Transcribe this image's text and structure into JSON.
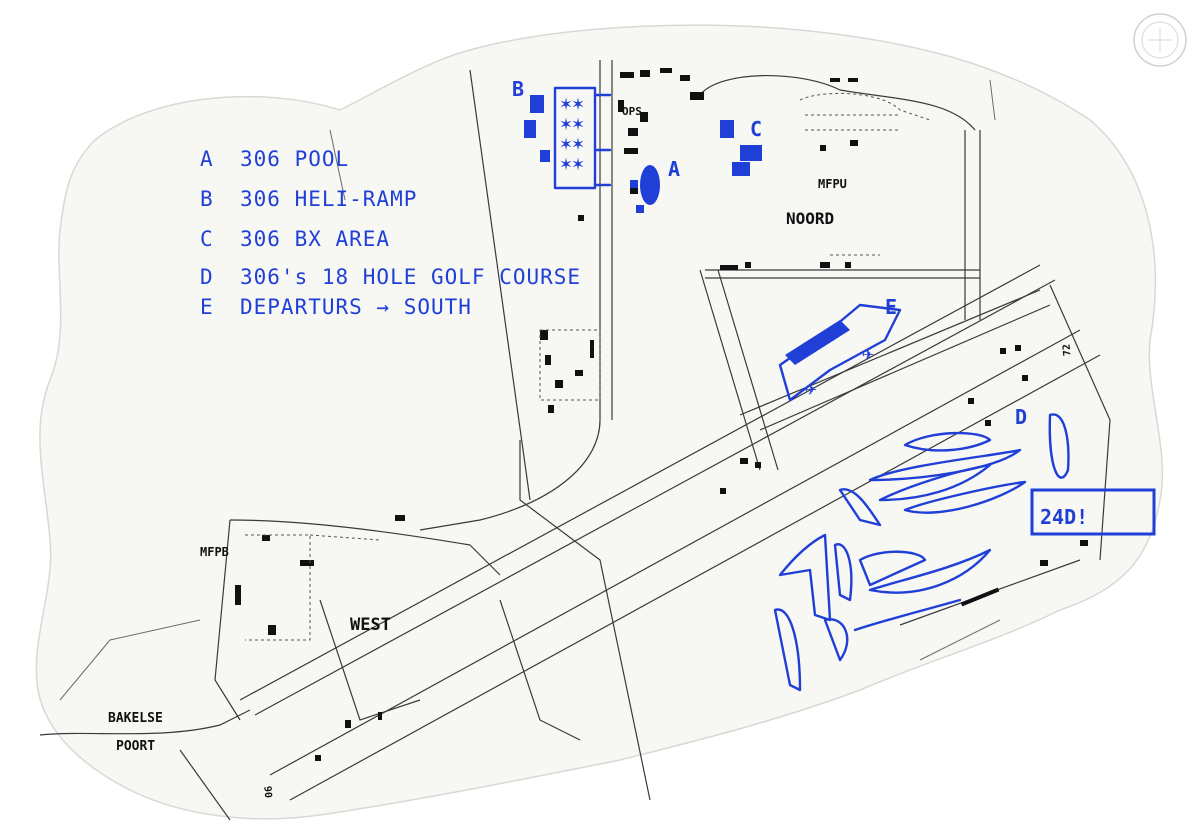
{
  "legend": {
    "items": [
      {
        "key": "A",
        "text": "306 POOL"
      },
      {
        "key": "B",
        "text": "306 HELI-RAMP"
      },
      {
        "key": "C",
        "text": "306 BX AREA"
      },
      {
        "key": "D",
        "text": "306's 18 HOLE GOLF COURSE"
      },
      {
        "key": "E",
        "text": "DEPARTURS → SOUTH"
      }
    ]
  },
  "markers": {
    "a": "A",
    "b": "B",
    "c": "C",
    "d": "D",
    "e": "E"
  },
  "labels": {
    "ops": "OPS",
    "mfpu": "MFPU",
    "noord": "NOORD",
    "mfpb": "MFPB",
    "west": "WEST",
    "bakelse": "BAKELSE",
    "poort": "POORT",
    "runway_72": "72",
    "runway_06": "06",
    "sticker": "24D!"
  },
  "colors": {
    "ink_blue": "#1f3fd6",
    "paper": "#f7f7f4",
    "print": "#3a3a3a"
  }
}
